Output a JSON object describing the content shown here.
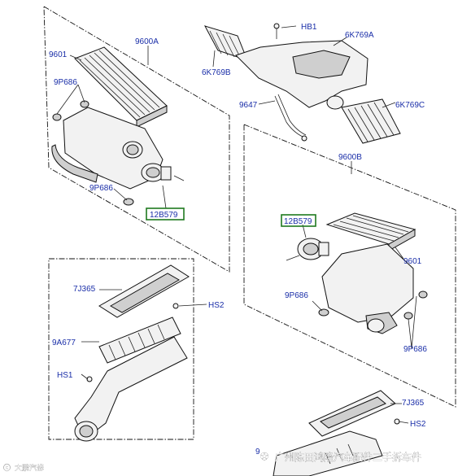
{
  "labels": {
    "l_9601_a": "9601",
    "l_9600a": "9600A",
    "l_9p686_a": "9P686",
    "l_9p686_b": "9P686",
    "l_12b579_a": "12B579",
    "l_6k769b": "6K769B",
    "l_hb1": "HB1",
    "l_6k769a": "6K769A",
    "l_9647": "9647",
    "l_6k769c": "6K769C",
    "l_9600b": "9600B",
    "l_12b579_b": "12B579",
    "l_9601_b": "9601",
    "l_9p686_c": "9P686",
    "l_9p686_d": "9P686",
    "l_7j365_a": "7J365",
    "l_hs2_a": "HS2",
    "l_9a677": "9A677",
    "l_hs1": "HS1",
    "l_7j365_b": "7J365",
    "l_hs2_b": "HS2",
    "l_9_bottom": "9"
  },
  "watermark": {
    "main": "广州陈田鸿隆汽车配件二手拆车件",
    "logo": "大鹏汽修"
  },
  "colors": {
    "label": "#1a2ea8",
    "highlight_box": "#1f7a1f",
    "line": "#222222"
  }
}
